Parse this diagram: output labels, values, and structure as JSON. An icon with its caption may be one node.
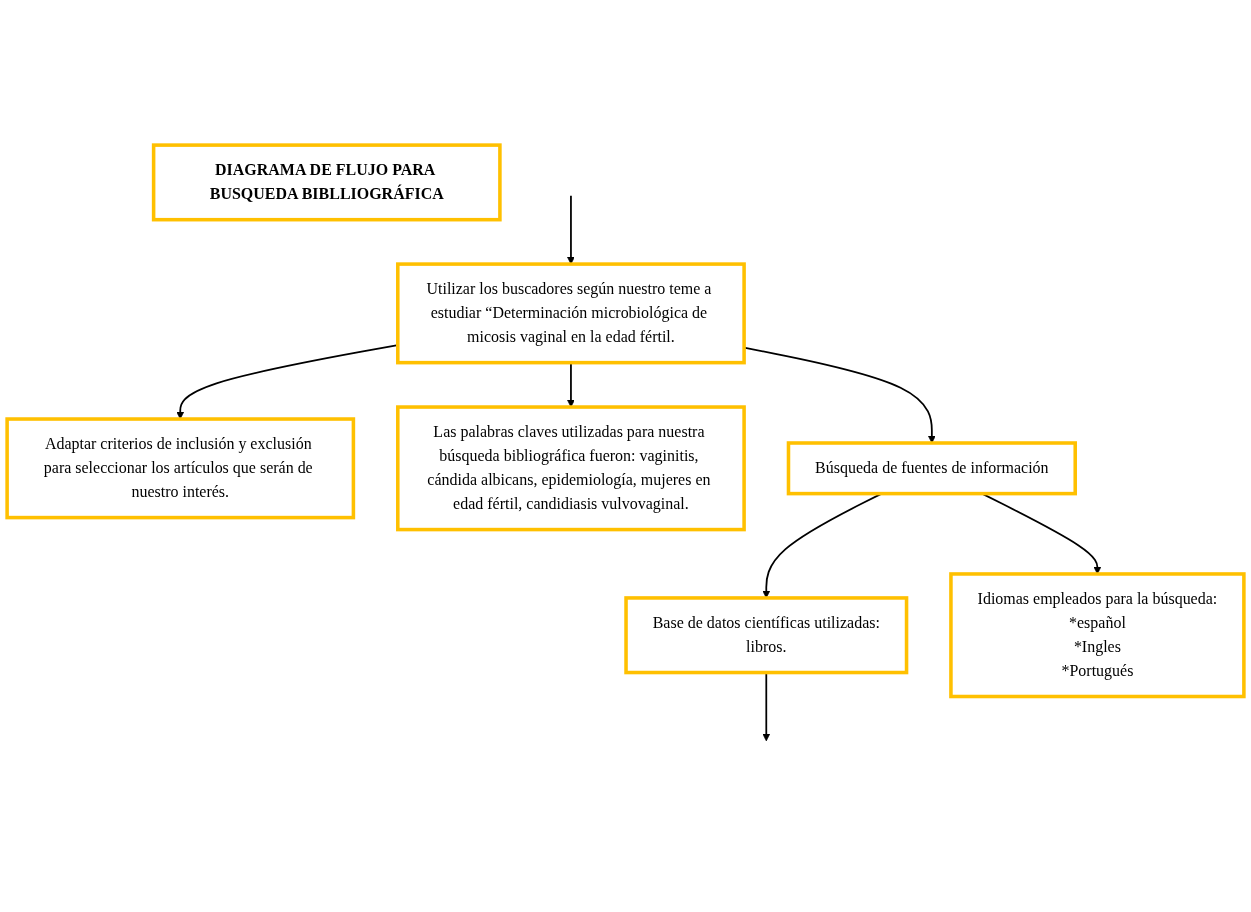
{
  "diagram": {
    "nodes": [
      {
        "text": [
          "DIAGRAMA DE FLUJO PARA BUSQUEDA BIBLLIOGRÁFICA"
        ]
      },
      {
        "text": [
          "Utilizar los buscadores según nuestro teme a estudiar “Determinación microbiológica de micosis vaginal en la edad fértil."
        ]
      },
      {
        "text": [
          "Adaptar criterios de inclusión y exclusión para seleccionar los artículos que serán de nuestro interés."
        ]
      },
      {
        "text": [
          "Las palabras claves utilizadas para nuestra búsqueda bibliográfica fueron: vaginitis, cándida albicans, epidemiología, mujeres en edad fértil, candidiasis vulvovaginal."
        ]
      },
      {
        "text": [
          "Búsqueda de fuentes de información"
        ]
      },
      {
        "text": [
          "Base de datos científicas utilizadas:",
          "libros."
        ]
      },
      {
        "text": [
          "Idiomas empleados para la búsqueda:",
          "*español",
          "*Ingles",
          "*Portugués"
        ]
      }
    ],
    "edges": [
      {
        "from": null,
        "to": 1,
        "arrow": "to"
      },
      {
        "from": 1,
        "to": 2,
        "arrow": "to"
      },
      {
        "from": 1,
        "to": 3,
        "arrow": "to"
      },
      {
        "from": 1,
        "to": 4,
        "arrow": "to"
      },
      {
        "from": 4,
        "to": 6,
        "arrow": "to"
      },
      {
        "from": 4,
        "to": 5,
        "arrow": "to"
      },
      {
        "from": 5,
        "to": null,
        "arrow": "to"
      }
    ]
  }
}
